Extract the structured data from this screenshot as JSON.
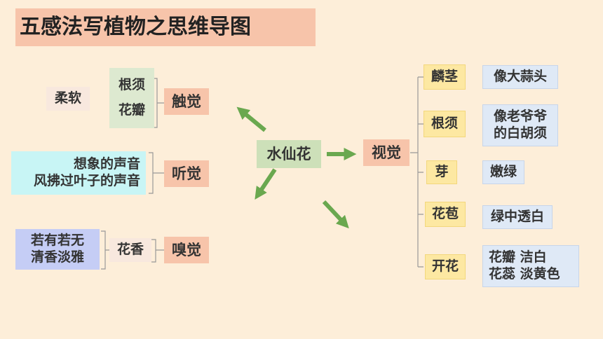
{
  "title": "五感法写植物之思维导图",
  "center": "水仙花",
  "touch": {
    "label": "触觉",
    "items": [
      "根须",
      "花瓣"
    ],
    "desc": "柔软"
  },
  "hearing": {
    "label": "听觉",
    "desc_lines": [
      "想象的声音",
      "风拂过叶子的声音"
    ]
  },
  "smell": {
    "label": "嗅觉",
    "item": "花香",
    "desc_lines": [
      "若有若无",
      "清香淡雅"
    ]
  },
  "sight": {
    "label": "视觉",
    "parts": [
      {
        "name": "麟茎",
        "desc": [
          "像大蒜头"
        ]
      },
      {
        "name": "根须",
        "desc": [
          "像老爷爷",
          "的白胡须"
        ]
      },
      {
        "name": "芽",
        "desc": [
          "嫩绿"
        ]
      },
      {
        "name": "花苞",
        "desc": [
          "绿中透白"
        ]
      },
      {
        "name": "开花",
        "desc": [
          "花瓣 洁白",
          "花蕊 淡黄色"
        ]
      }
    ]
  },
  "colors": {
    "background": "#fdeed9",
    "sense": "#f7c4aa",
    "center": "#cde0b9",
    "arrow": "#6aa84f"
  }
}
